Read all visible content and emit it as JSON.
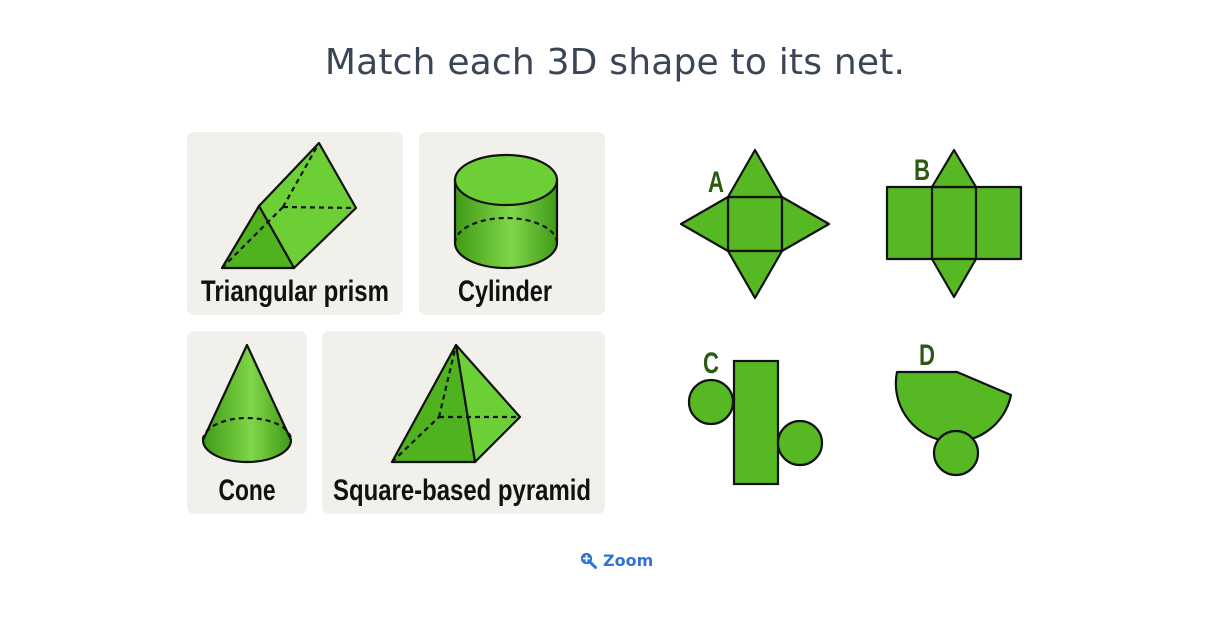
{
  "question": {
    "text": "Match each 3D shape to its net."
  },
  "shapes": [
    {
      "label": "Triangular prism",
      "icon": "triangular-prism-icon"
    },
    {
      "label": "Cylinder",
      "icon": "cylinder-icon"
    },
    {
      "label": "Cone",
      "icon": "cone-icon"
    },
    {
      "label": "Square-based pyramid",
      "icon": "square-pyramid-icon"
    }
  ],
  "nets": [
    {
      "letter": "A",
      "icon": "square-pyramid-net-icon"
    },
    {
      "letter": "B",
      "icon": "triangular-prism-net-icon"
    },
    {
      "letter": "C",
      "icon": "cylinder-net-icon"
    },
    {
      "letter": "D",
      "icon": "cone-net-icon"
    }
  ],
  "colors": {
    "shape_fill": "#56b823",
    "shape_light": "#7fd648",
    "outline": "#111111",
    "card_bg": "#f2f0ea",
    "letter": "#2d5a12",
    "link": "#2f72d8",
    "title": "#3a4556"
  },
  "zoom": {
    "label": "Zoom",
    "icon": "magnifier-plus-icon"
  }
}
